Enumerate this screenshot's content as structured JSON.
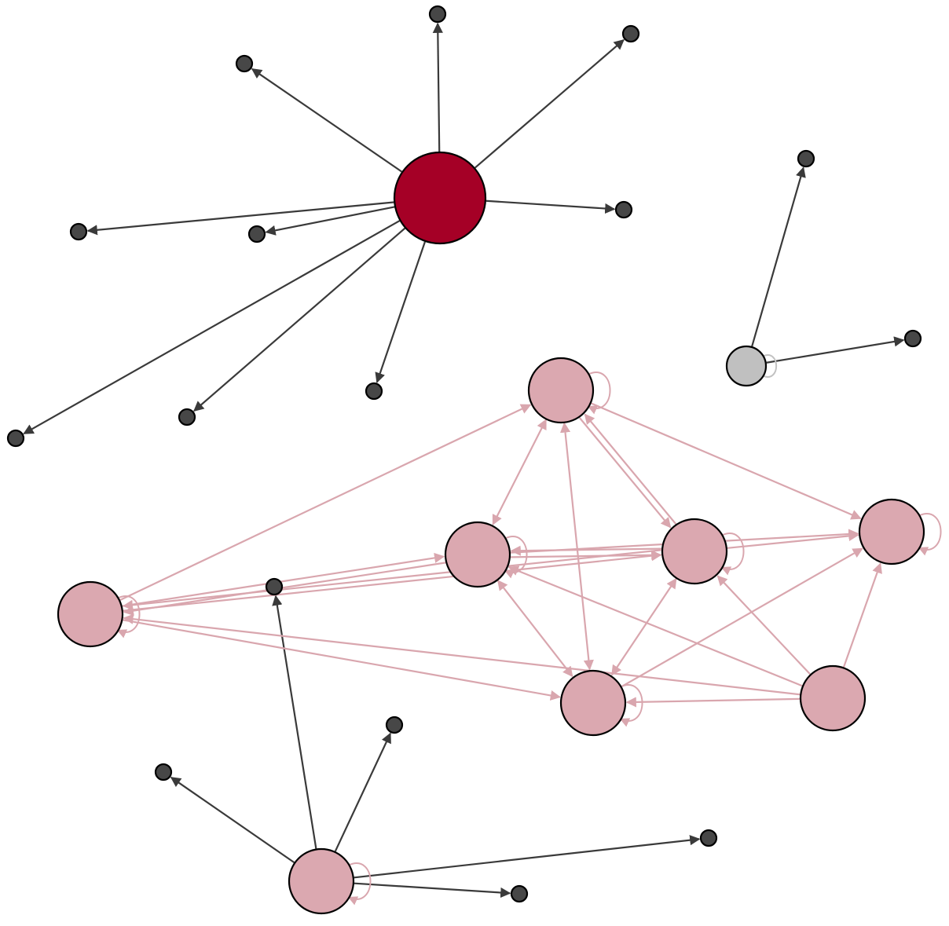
{
  "graph": {
    "colors": {
      "hub": "#a50026",
      "cluster": "#dba8b0",
      "gray": "#c0c0c0",
      "leaf": "#474747",
      "edge_dark": "#3a3a3a",
      "edge_pink": "#d9a6ae"
    },
    "node_kinds": [
      "hub",
      "cluster",
      "gray",
      "leaf"
    ],
    "self_loops": [
      "gray",
      "cluster"
    ]
  }
}
